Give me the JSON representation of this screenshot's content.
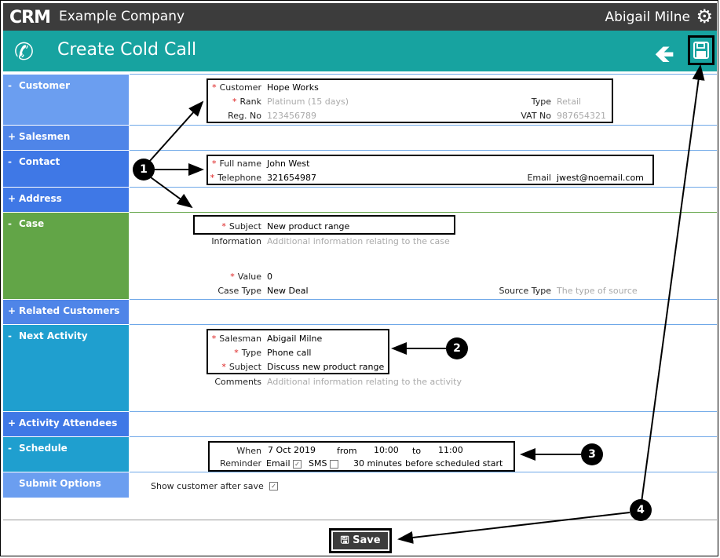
{
  "header": {
    "logo": "CRM",
    "company": "Example Company",
    "user": "Abigail Milne",
    "gear_icon": "gear-icon"
  },
  "titlebar": {
    "title": "Create Cold Call",
    "phone_icon": "phone-icon",
    "back_icon": "back-arrow-icon",
    "save_icon": "floppy-save-icon"
  },
  "sections": {
    "customer": {
      "sym": "-",
      "label": "Customer",
      "color": "#6b9ef0"
    },
    "salesmen": {
      "sym": "+",
      "label": "Salesmen",
      "color": "#4f85e8"
    },
    "contact": {
      "sym": "-",
      "label": "Contact",
      "color": "#3f78e6"
    },
    "address": {
      "sym": "+",
      "label": "Address",
      "color": "#3f78e6"
    },
    "case": {
      "sym": "-",
      "label": "Case",
      "color": "#62a547"
    },
    "related": {
      "sym": "+",
      "label": "Related Customers",
      "color": "#4f85e8"
    },
    "next_activity": {
      "sym": "-",
      "label": "Next Activity",
      "color": "#1f9fcf"
    },
    "attendees": {
      "sym": "+",
      "label": "Activity Attendees",
      "color": "#3f78e6"
    },
    "schedule": {
      "sym": "-",
      "label": "Schedule",
      "color": "#1f9fcf"
    },
    "submit": {
      "sym": "",
      "label": "Submit Options",
      "color": "#6b9ef0"
    }
  },
  "customer": {
    "customer_label": "Customer",
    "customer_value": "Hope Works",
    "rank_label": "Rank",
    "rank_value": "Platinum (15 days)",
    "type_label": "Type",
    "type_value": "Retail",
    "regno_label": "Reg. No",
    "regno_value": "123456789",
    "vat_label": "VAT No",
    "vat_value": "987654321"
  },
  "contact": {
    "fullname_label": "Full name",
    "fullname_value": "John West",
    "telephone_label": "Telephone",
    "telephone_value": "321654987",
    "email_label": "Email",
    "email_value": "jwest@noemail.com"
  },
  "case": {
    "subject_label": "Subject",
    "subject_value": "New product range",
    "information_label": "Information",
    "information_placeholder": "Additional information relating to the case",
    "value_label": "Value",
    "value_value": "0",
    "casetype_label": "Case Type",
    "casetype_value": "New Deal",
    "sourcetype_label": "Source Type",
    "sourcetype_placeholder": "The type of source"
  },
  "activity": {
    "salesman_label": "Salesman",
    "salesman_value": "Abigail Milne",
    "type_label": "Type",
    "type_value": "Phone call",
    "subject_label": "Subject",
    "subject_value": "Discuss new product range",
    "comments_label": "Comments",
    "comments_placeholder": "Additional information relating to the activity"
  },
  "schedule": {
    "when_label": "When",
    "when_value": "7 Oct 2019",
    "from_label": "from",
    "from_value": "10:00",
    "to_label": "to",
    "to_value": "11:00",
    "reminder_label": "Reminder",
    "email_label": "Email",
    "email_checked": true,
    "sms_label": "SMS",
    "sms_checked": false,
    "minutes_value": "30 minutes",
    "before_label": "before scheduled start"
  },
  "submit": {
    "show_label": "Show customer after save",
    "checked": true
  },
  "save_button": {
    "label": "Save"
  },
  "callouts": [
    "1",
    "2",
    "3",
    "4"
  ]
}
